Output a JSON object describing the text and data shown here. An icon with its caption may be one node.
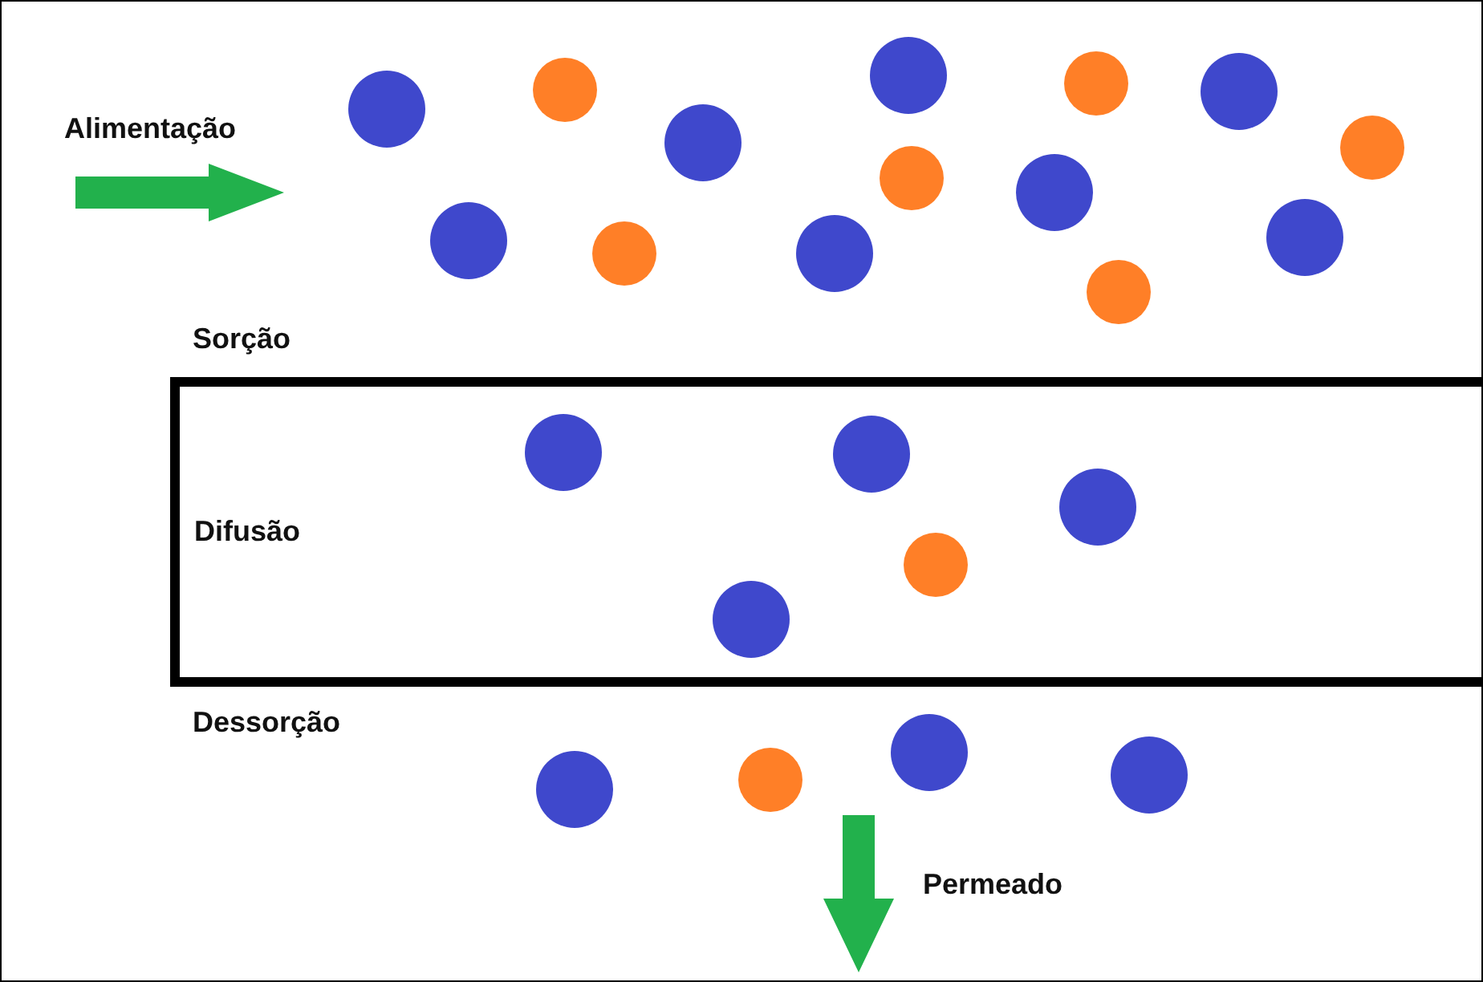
{
  "diagram": {
    "nodes": [
      {
        "text": [
          "Difusão"
        ]
      }
    ],
    "labels": [
      "Alimentação",
      "Sorção",
      "Dessorção",
      "Permeado"
    ]
  }
}
